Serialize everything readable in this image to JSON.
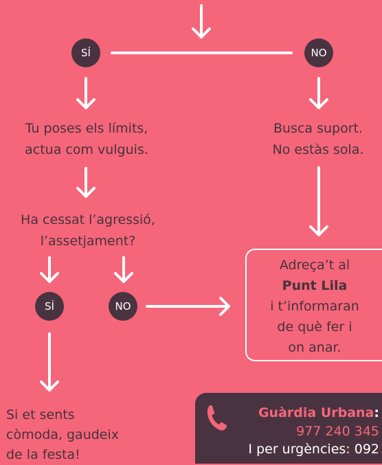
{
  "top_branch": {
    "yes_label": "SÍ",
    "no_label": "NO"
  },
  "yes_path": {
    "line1": "Tu poses els límits,",
    "line2": "actua com vulguis."
  },
  "no_path": {
    "line1": "Busca suport.",
    "line2": "No estàs sola."
  },
  "question": {
    "line1": "Ha cessat l’agressió,",
    "line2": "l’assetjament?"
  },
  "second_branch": {
    "yes_label": "SÍ",
    "no_label": "NO"
  },
  "punt_lila_box": {
    "line1": "Adreça’t al",
    "line2": "Punt Lila",
    "line3": "i t’informaran",
    "line4": "de què fer i",
    "line5": "on anar."
  },
  "final_yes": {
    "line1": "Si et sents",
    "line2": "còmoda, gaudeix",
    "line3": "de la festa!"
  },
  "contact": {
    "title": "Guàrdia Urbana",
    "title_suffix": ":",
    "phone": "977 240 345",
    "emergency": "I per urgències: 092"
  },
  "colors": {
    "background": "#f5667a",
    "dark": "#4a3340",
    "line": "#ffffff"
  },
  "icons": {
    "contact_icon": "phone-icon"
  }
}
